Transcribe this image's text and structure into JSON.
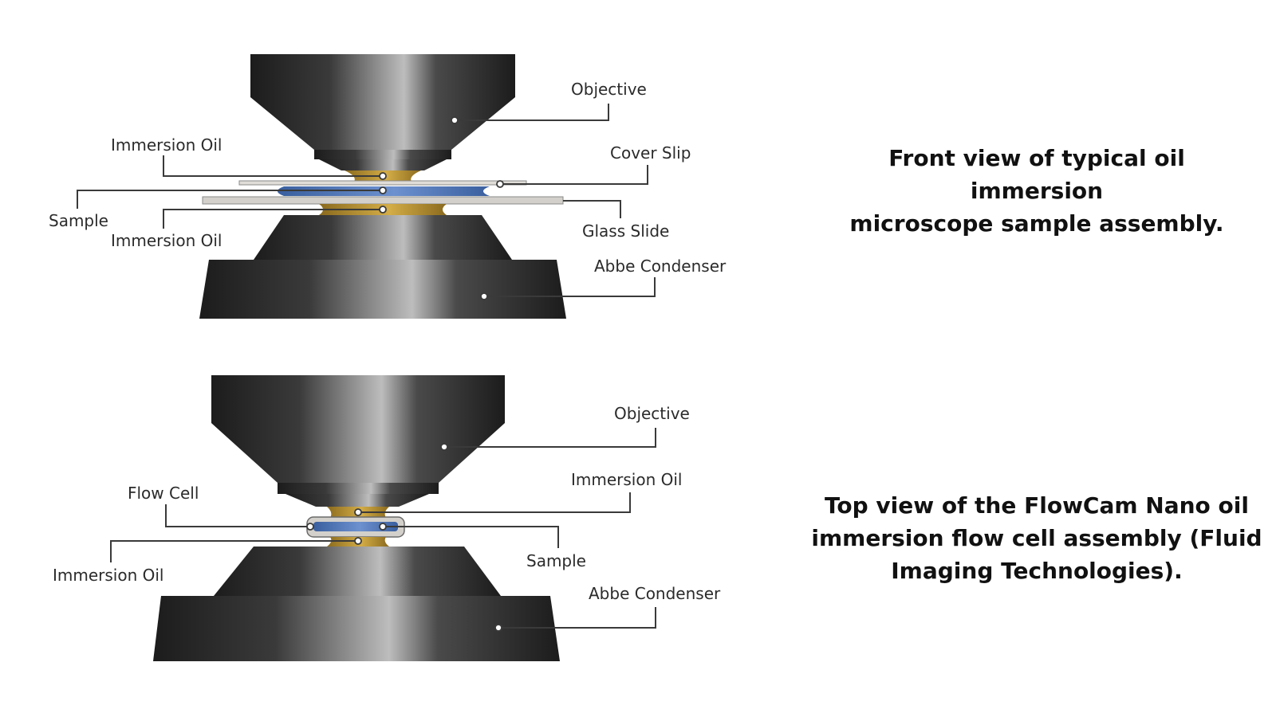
{
  "colors": {
    "metal_dark": "#1f1f1f",
    "metal_light": "#bdbdbd",
    "oil": "#b8902f",
    "sample": "#4a72b5",
    "glass": "#d3d0cb"
  },
  "diagram_top": {
    "labels": {
      "objective": "Objective",
      "immersion_oil_upper": "Immersion Oil",
      "cover_slip": "Cover Slip",
      "sample": "Sample",
      "immersion_oil_lower": "Immersion Oil",
      "glass_slide": "Glass Slide",
      "abbe_condenser": "Abbe Condenser"
    },
    "caption": {
      "line1": "Front view of typical oil immersion",
      "line2": "microscope sample assembly."
    }
  },
  "diagram_bottom": {
    "labels": {
      "objective": "Objective",
      "flow_cell": "Flow Cell",
      "immersion_oil_upper": "Immersion Oil",
      "sample": "Sample",
      "immersion_oil_lower": "Immersion Oil",
      "abbe_condenser": "Abbe Condenser"
    },
    "caption": {
      "line1": "Top view of the FlowCam Nano oil",
      "line2": "immersion flow cell assembly (Fluid",
      "line3": "Imaging Technologies)."
    }
  }
}
